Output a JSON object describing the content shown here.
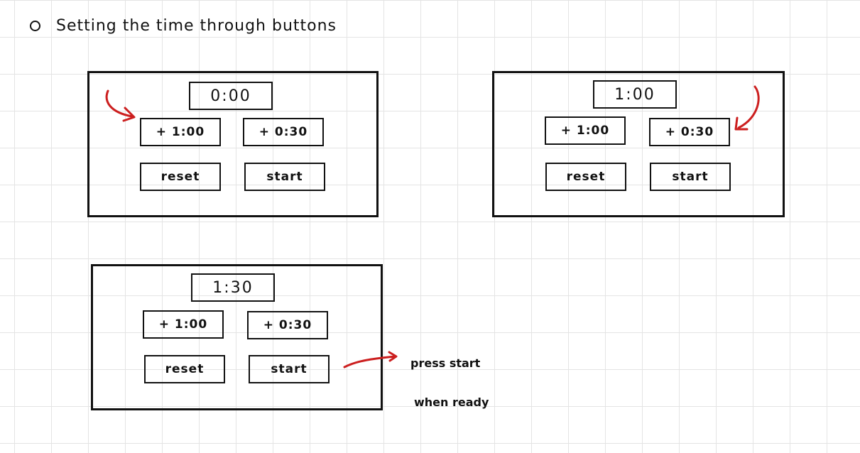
{
  "heading": "Setting the time through buttons",
  "panels": [
    {
      "display": "0:00",
      "add_minute": "+ 1:00",
      "add_half": "+ 0:30",
      "reset": "reset",
      "start": "start"
    },
    {
      "display": "1:00",
      "add_minute": "+ 1:00",
      "add_half": "+ 0:30",
      "reset": "reset",
      "start": "start"
    },
    {
      "display": "1:30",
      "add_minute": "+ 1:00",
      "add_half": "+ 0:30",
      "reset": "reset",
      "start": "start"
    }
  ],
  "annotation": {
    "line1": "press start",
    "line2": "when ready"
  },
  "colors": {
    "ink": "#111111",
    "arrow": "#cc1f1f",
    "grid": "#e4e4e4"
  }
}
